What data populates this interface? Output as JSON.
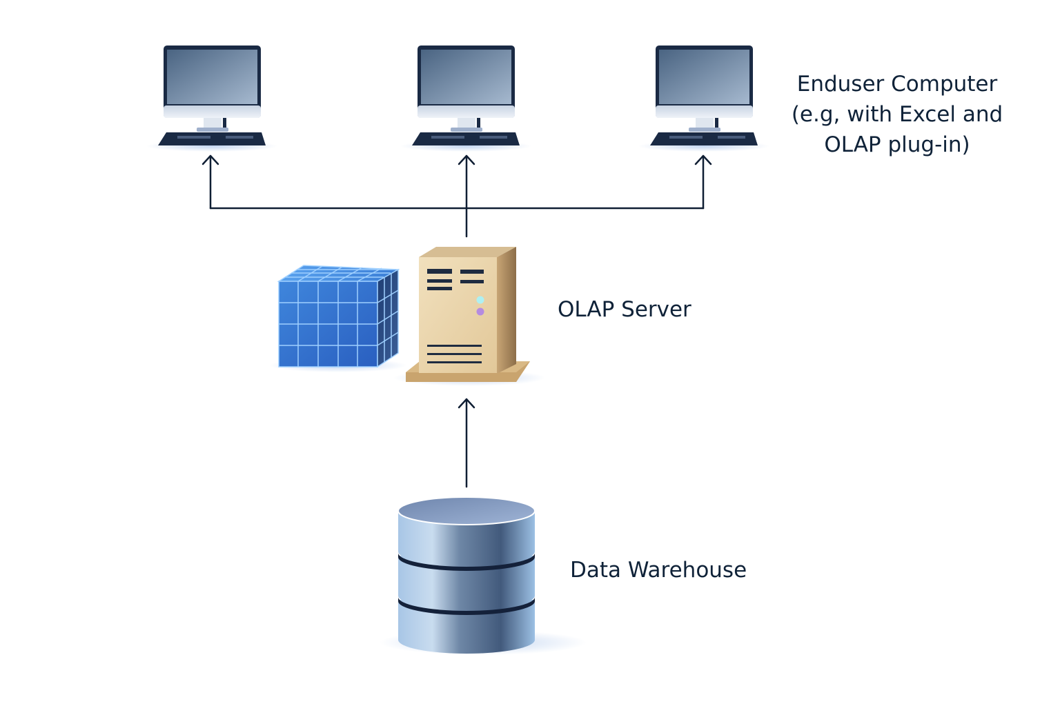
{
  "diagram": {
    "nodes": {
      "enduser_computers": {
        "count": 3,
        "label_lines": [
          "Enduser Computer",
          "(e.g, with Excel and",
          "OLAP plug-in)"
        ]
      },
      "olap_server": {
        "label": "OLAP Server",
        "components": [
          "olap-cube",
          "server-tower"
        ]
      },
      "data_warehouse": {
        "label": "Data Warehouse"
      }
    },
    "edges": [
      {
        "from": "data_warehouse",
        "to": "olap_server"
      },
      {
        "from": "olap_server",
        "to": "enduser_computer_1"
      },
      {
        "from": "olap_server",
        "to": "enduser_computer_2"
      },
      {
        "from": "olap_server",
        "to": "enduser_computer_3"
      }
    ],
    "colors": {
      "line": "#0f1e33",
      "text": "#0f2238",
      "cube": "#3a7bd5",
      "server": "#e9d3a8",
      "database": "#7f98b5"
    }
  }
}
